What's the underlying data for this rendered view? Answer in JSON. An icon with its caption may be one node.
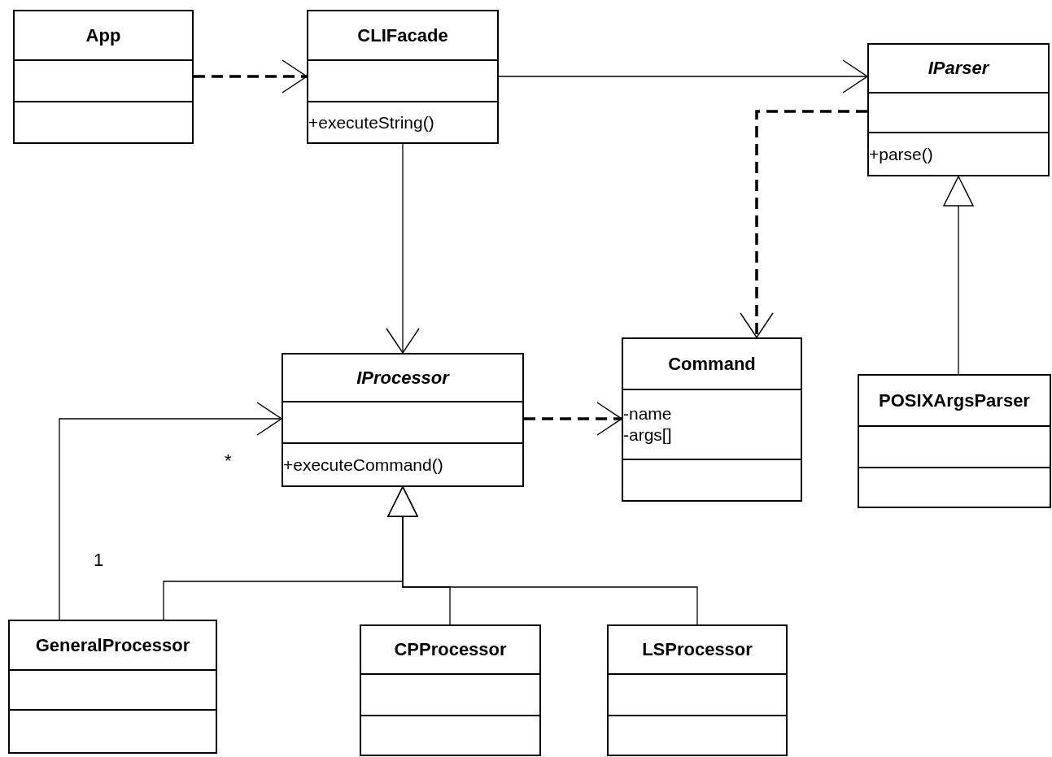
{
  "diagram": {
    "nodes": [
      {
        "text": [
          "App"
        ]
      },
      {
        "text": [
          "CLIFacade",
          "+executeString()"
        ]
      },
      {
        "text": [
          "IParser",
          "+parse()"
        ]
      },
      {
        "text": [
          "IProcessor",
          "+executeCommand()"
        ]
      },
      {
        "text": [
          "Command",
          "-name",
          "-args[]"
        ]
      },
      {
        "text": [
          "POSIXArgsParser"
        ]
      },
      {
        "text": [
          "GeneralProcessor"
        ]
      },
      {
        "text": [
          "CPProcessor"
        ]
      },
      {
        "text": [
          "LSProcessor"
        ]
      }
    ],
    "edges": [
      {
        "from": 0,
        "to": 1,
        "arrow": "to",
        "style": "dashed"
      },
      {
        "from": 1,
        "to": 2,
        "arrow": "to"
      },
      {
        "from": 2,
        "to": 4,
        "arrow": "to",
        "style": "dashed"
      },
      {
        "from": 1,
        "to": 3,
        "arrow": "to"
      },
      {
        "from": 3,
        "to": 4,
        "arrow": "to",
        "style": "dashed"
      },
      {
        "from": 5,
        "to": 2,
        "arrow": "to"
      },
      {
        "from": 6,
        "to": 3,
        "arrow": "to"
      },
      {
        "from": 6,
        "to": 3,
        "arrow": "to"
      },
      {
        "from": 7,
        "to": 3,
        "arrow": "to"
      },
      {
        "from": 8,
        "to": 3,
        "arrow": "to"
      }
    ],
    "labels": [
      "*",
      "1"
    ]
  }
}
